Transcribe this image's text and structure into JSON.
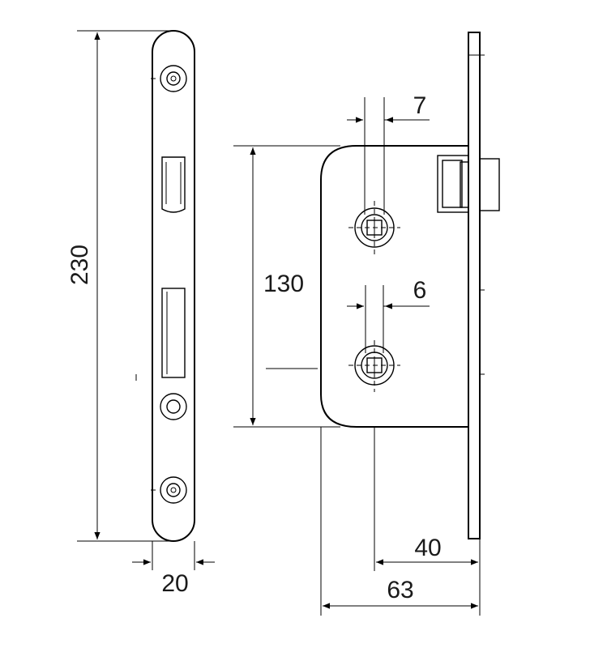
{
  "drawing": {
    "front_view": {
      "height_label": "230",
      "width_label": "20"
    },
    "side_view": {
      "height_label": "130",
      "spindle_upper_label": "7",
      "spindle_lower_label": "6",
      "backset_label": "40",
      "depth_label": "63"
    },
    "line_color": "#000000"
  }
}
